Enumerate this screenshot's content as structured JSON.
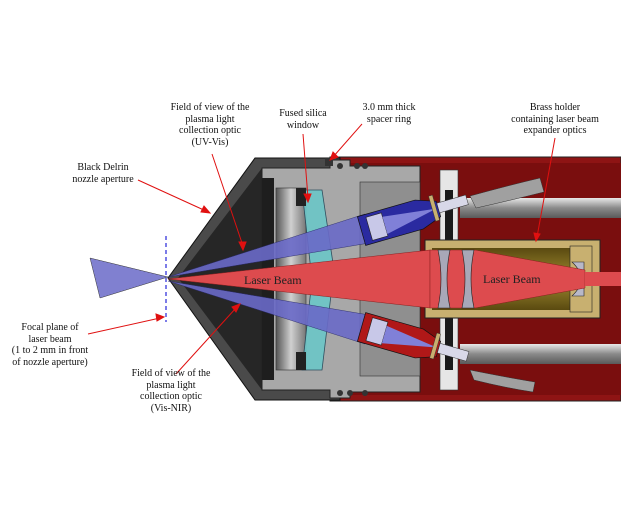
{
  "figure": {
    "title": "Cross-section of LIBS probe head (nozzle, laser beam expander and plasma light collection optics)",
    "colors": {
      "laser_beam": "#dd4b4e",
      "collection_cone": "#6a6ac8",
      "housing_red": "#8e1414",
      "nozzle_black": "#3c3c3c",
      "aluminum_gray": "#a8a8a8",
      "fused_silica": "#6cc6c8",
      "brass": "#c8b070",
      "upper_holder_blue": "#2a2aa0",
      "lower_holder_red": "#b01818",
      "annotation_arrow": "#e01010",
      "focal_plane_dash": "#5050e0"
    }
  },
  "labels": {
    "fov_uv_vis": "Field of view of the\nplasma light\ncollection optic\n(UV-Vis)",
    "fused_silica_window": "Fused silica\nwindow",
    "spacer_ring": "3.0 mm thick\nspacer ring",
    "brass_holder": "Brass holder\ncontaining laser beam\nexpander optics",
    "nozzle_aperture": "Black Delrin\nnozzle aperture",
    "focal_plane": "Focal plane of\nlaser beam\n(1 to 2 mm in front\nof nozzle aperture)",
    "fov_vis_nir": "Field of view of the\nplasma light\ncollection optic\n(Vis-NIR)",
    "laser_beam_left": "Laser Beam",
    "laser_beam_right": "Laser Beam"
  }
}
